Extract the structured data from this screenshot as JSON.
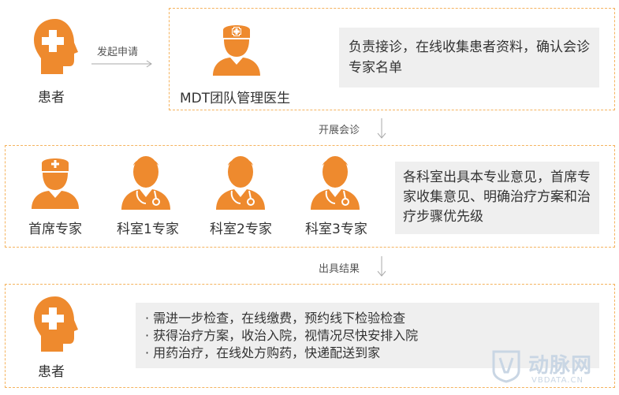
{
  "colors": {
    "accent": "#ee8a2e",
    "border": "#f5b35e",
    "box": "#efefef",
    "watermark": "#c9d6e4"
  },
  "row1": {
    "patient_label": "患者",
    "arrow_label": "发起申请",
    "doctor_label": "MDT团队管理医生",
    "description": "负责接诊，在线收集患者资料，确认会诊专家名单"
  },
  "step1_label": "开展会诊",
  "row2": {
    "experts": [
      {
        "label": "首席专家",
        "icon": "head-doctor-icon"
      },
      {
        "label": "科室1专家",
        "icon": "doctor-stethoscope-icon"
      },
      {
        "label": "科室2专家",
        "icon": "doctor-stethoscope-icon"
      },
      {
        "label": "科室3专家",
        "icon": "doctor-stethoscope-icon"
      }
    ],
    "description": "各科室出具本专业意见，首席专家收集意见、明确治疗方案和治疗步骤优先级"
  },
  "step2_label": "出具结果",
  "row3": {
    "patient_label": "患者",
    "bullets": [
      "需进一步检查，在线缴费，预约线下检验检查",
      "获得治疗方案，收治入院，视情况尽快安排入院",
      "用药治疗，在线处方购药，快递配送到家"
    ]
  },
  "watermark": {
    "logo_icon": "vb-logo-icon",
    "text": "动脉网",
    "sub": "VBDATA.CN"
  }
}
